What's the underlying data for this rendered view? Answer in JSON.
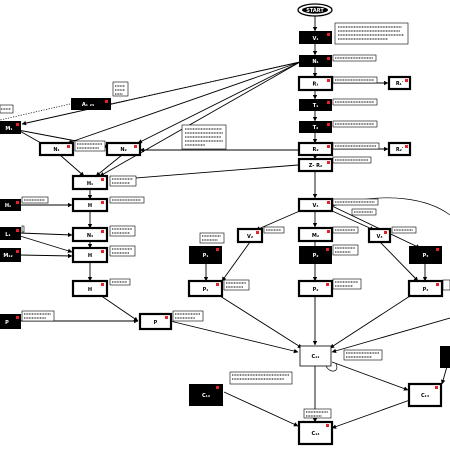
{
  "nodes": {
    "start": "START",
    "v1": "V₁",
    "n1": "N₁",
    "r1": "R₁",
    "r1p": "R₁′",
    "t1": "T₁",
    "t2": "T₂",
    "r2": "R₂",
    "r2p": "R₂′",
    "n2r": "Z- R₂",
    "m1": "M₁",
    "ml": "N₁",
    "mr": "N₂",
    "h1": "H₁",
    "h2": "H",
    "n3": "N₃",
    "hb": "H",
    "hc": "H",
    "p": "P",
    "left1": "H₁",
    "left2": "L₁",
    "left3": "M₁₂",
    "left4": "P",
    "v4": "V₄",
    "v2": "V₂",
    "m2": "M₂",
    "v3": "V₃",
    "p1": "P₁",
    "p2": "P₂",
    "p3": "P₃",
    "pb1": "P₁",
    "pb2": "P₂",
    "pb3": "P₃",
    "c1": "C₁₁",
    "c2": "C₁₂",
    "c3": "C₁₃",
    "c4": "C₁₄",
    "g": "A₁ ₂₃"
  }
}
